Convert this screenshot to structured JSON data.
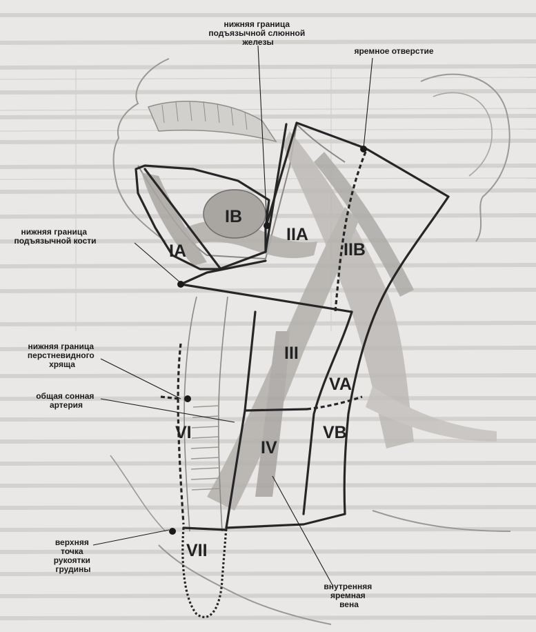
{
  "zones": {
    "IA": "IA",
    "IB": "IB",
    "IIA": "IIA",
    "IIB": "IIB",
    "III": "III",
    "IV": "IV",
    "VA": "VA",
    "VB": "VB",
    "VI": "VI",
    "VII": "VII"
  },
  "labels": {
    "submandibular_lower_border": [
      "нижняя граница",
      "подъязычной слюнной",
      "железы"
    ],
    "jugular_foramen": [
      "яремное отверстие"
    ],
    "hyoid_lower_border": [
      "нижняя граница",
      "подъязычной кости"
    ],
    "cricoid_lower_border": [
      "нижняя граница",
      "перстневидного",
      "хряща"
    ],
    "common_carotid": [
      "общая сонная",
      "артерия"
    ],
    "sternum_top_point": [
      "верхняя",
      "точка",
      "рукоятки",
      "грудины"
    ],
    "internal_jugular": [
      "внутренняя",
      "яремная",
      "вена"
    ]
  },
  "colors": {
    "background": "#e9e8e6",
    "lines": "#262626",
    "muscle": "#b9b6b2",
    "gland": "#a9a6a2"
  }
}
